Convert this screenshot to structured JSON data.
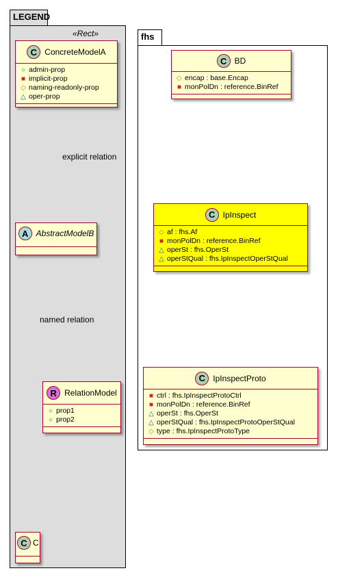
{
  "legend": {
    "title": "LEGEND",
    "stereotype": "«Rect»",
    "concrete": {
      "name": "ConcreteModelA",
      "badge": "C",
      "attrs": [
        {
          "vis": "○",
          "text": "admin-prop"
        },
        {
          "vis": "■",
          "text": "implicit-prop"
        },
        {
          "vis": "◇",
          "text": "naming-readonly-prop"
        },
        {
          "vis": "△",
          "text": "oper-prop"
        }
      ]
    },
    "abstract": {
      "name": "AbstractModelB",
      "badge": "A"
    },
    "relation": {
      "name": "RelationModel",
      "badge": "R",
      "attrs": [
        {
          "vis": "○",
          "text": "prop1"
        },
        {
          "vis": "○",
          "text": "prop2"
        }
      ]
    },
    "c": {
      "name": "C",
      "badge": "C"
    },
    "explicit_label": "explicit relation",
    "named_label": "named relation"
  },
  "fhs": {
    "title": "fhs",
    "bd": {
      "name": "BD",
      "badge": "C",
      "attrs": [
        {
          "vis": "◇",
          "text": "encap : base.Encap"
        },
        {
          "vis": "■",
          "text": "monPolDn : reference.BinRef"
        }
      ]
    },
    "ipinspect": {
      "name": "IpInspect",
      "badge": "C",
      "attrs": [
        {
          "vis": "◇",
          "text": "af : fhs.Af"
        },
        {
          "vis": "■",
          "text": "monPolDn : reference.BinRef"
        },
        {
          "vis": "△",
          "text": "operSt : fhs.OperSt"
        },
        {
          "vis": "△",
          "text": "operStQual : fhs.IpInspectOperStQual"
        }
      ]
    },
    "proto": {
      "name": "IpInspectProto",
      "badge": "C",
      "attrs": [
        {
          "vis": "■",
          "text": "ctrl : fhs.IpInspectProtoCtrl"
        },
        {
          "vis": "■",
          "text": "monPolDn : reference.BinRef"
        },
        {
          "vis": "△",
          "text": "operSt : fhs.OperSt"
        },
        {
          "vis": "△",
          "text": "operStQual : fhs.IpInspectProtoOperStQual"
        },
        {
          "vis": "◇",
          "text": "type : fhs.IpInspectProtoType"
        }
      ]
    }
  },
  "colors": {
    "class_fill": "#fefece",
    "class_border": "#a80036",
    "highlight_fill": "#ffff00",
    "legend_bg": "#dddddd",
    "badge_c": "#add1b2",
    "badge_a": "#a9dcdf",
    "badge_r": "#da70d6",
    "vis_public": "#038048",
    "vis_private": "#c82930",
    "vis_protected": "#b38d22",
    "vis_package": "#1963a0"
  }
}
